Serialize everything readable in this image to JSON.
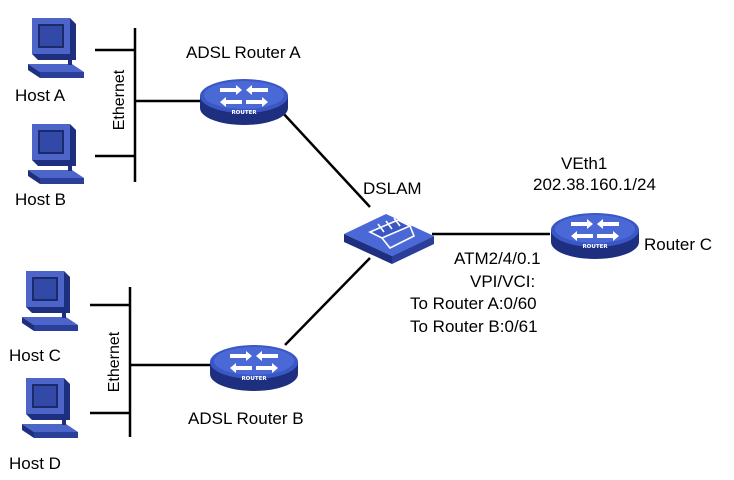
{
  "nodes": {
    "host_a": "Host A",
    "host_b": "Host B",
    "host_c": "Host C",
    "host_d": "Host D",
    "router_a": "ADSL Router A",
    "router_b": "ADSL Router B",
    "router_c": "Router C",
    "dslam": "DSLAM"
  },
  "segments": {
    "ethernet_top": "Ethernet",
    "ethernet_bottom": "Ethernet"
  },
  "interfaces": {
    "veth_name": "VEth1",
    "veth_ip": "202.38.160.1/24",
    "atm_name": "ATM2/4/0.1",
    "vpi_vci_title": "VPI/VCI:",
    "to_router_a": "To Router A:0/60",
    "to_router_b": "To Router B:0/61"
  },
  "icon_text": {
    "router_a": "ROUTER",
    "router_b": "ROUTER",
    "router_c": "ROUTER"
  },
  "colors": {
    "device_blue": "#3a57c4",
    "device_dark": "#1e2f80",
    "monitor_blue": "#4d64c8",
    "line": "#000000"
  }
}
